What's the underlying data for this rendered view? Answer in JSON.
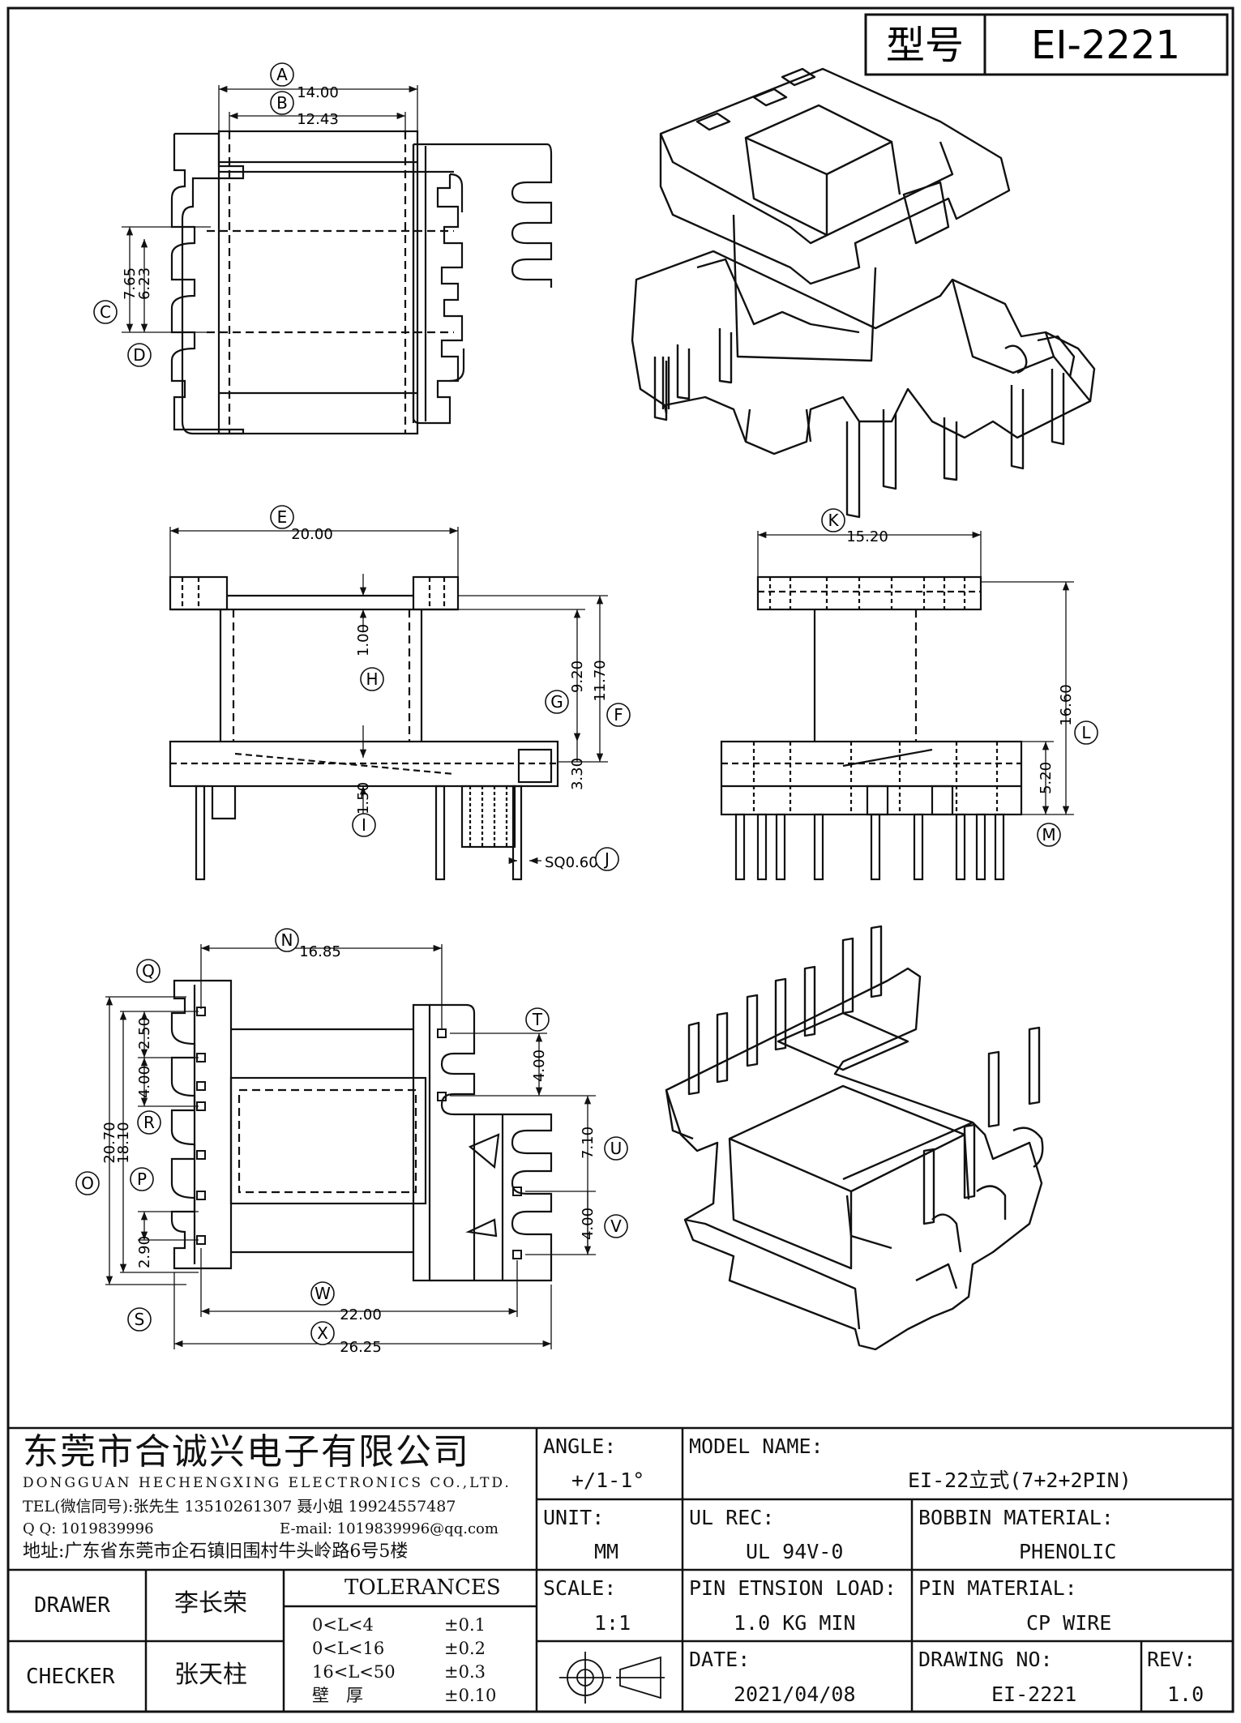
{
  "header": {
    "model_label": "型号",
    "model_value": "EI-2221"
  },
  "dimensions": {
    "A": "14.00",
    "B": "12.43",
    "C": "7.65",
    "D": "6.23",
    "E": "20.00",
    "F": "11.70",
    "G": "9.20",
    "H": "1.00",
    "I": "1.50",
    "J": "SQ0.60",
    "J_extra": "3.30",
    "K": "15.20",
    "L": "16.60",
    "M": "5.20",
    "N": "16.85",
    "O": "20.70",
    "P": "18.10",
    "Q": "2.50",
    "R": "4.00",
    "S": "2.90",
    "T": "4.00",
    "U": "7.10",
    "V": "4.00",
    "W": "22.00",
    "X": "26.25"
  },
  "letters": [
    "A",
    "B",
    "C",
    "D",
    "E",
    "F",
    "G",
    "H",
    "I",
    "J",
    "K",
    "L",
    "M",
    "N",
    "O",
    "P",
    "Q",
    "R",
    "S",
    "T",
    "U",
    "V",
    "W",
    "X"
  ],
  "company": {
    "name_cn": "东莞市合诚兴电子有限公司",
    "name_en": "DONGGUAN HECHENGXING ELECTRONICS CO.,LTD.",
    "tel": "TEL(微信同号):张先生 13510261307 聂小姐 19924557487",
    "qq": "Q Q: 1019839996",
    "email": "E-mail: 1019839996@qq.com",
    "address": "地址:广东省东莞市企石镇旧围村牛头岭路6号5楼"
  },
  "specs": {
    "angle_label": "ANGLE:",
    "angle_value": "+/1-1°",
    "model_name_label": "MODEL NAME:",
    "model_name_value": "EI-22立式(7+2+2PIN)",
    "unit_label": "UNIT:",
    "unit_value": "MM",
    "ul_label": "UL REC:",
    "ul_value": "UL 94V-0",
    "bobbin_label": "BOBBIN MATERIAL:",
    "bobbin_value": "PHENOLIC",
    "scale_label": "SCALE:",
    "scale_value": "1:1",
    "pin_load_label": "PIN ETNSION LOAD:",
    "pin_load_value": "1.0 KG MIN",
    "pin_material_label": "PIN MATERIAL:",
    "pin_material_value": "CP WIRE",
    "date_label": "DATE:",
    "date_value": "2021/04/08",
    "drawing_no_label": "DRAWING NO:",
    "drawing_no_value": "EI-2221",
    "rev_label": "REV:",
    "rev_value": "1.0"
  },
  "people": {
    "drawer_label": "DRAWER",
    "drawer_value": "李长荣",
    "checker_label": "CHECKER",
    "checker_value": "张天柱"
  },
  "tolerances": {
    "title": "TOLERANCES",
    "rows": [
      {
        "range": "0<L<4",
        "value": "±0.1"
      },
      {
        "range": "0<L<16",
        "value": "±0.2"
      },
      {
        "range": "16<L<50",
        "value": "±0.3"
      },
      {
        "range": "壁　厚",
        "value": "±0.10"
      }
    ]
  }
}
